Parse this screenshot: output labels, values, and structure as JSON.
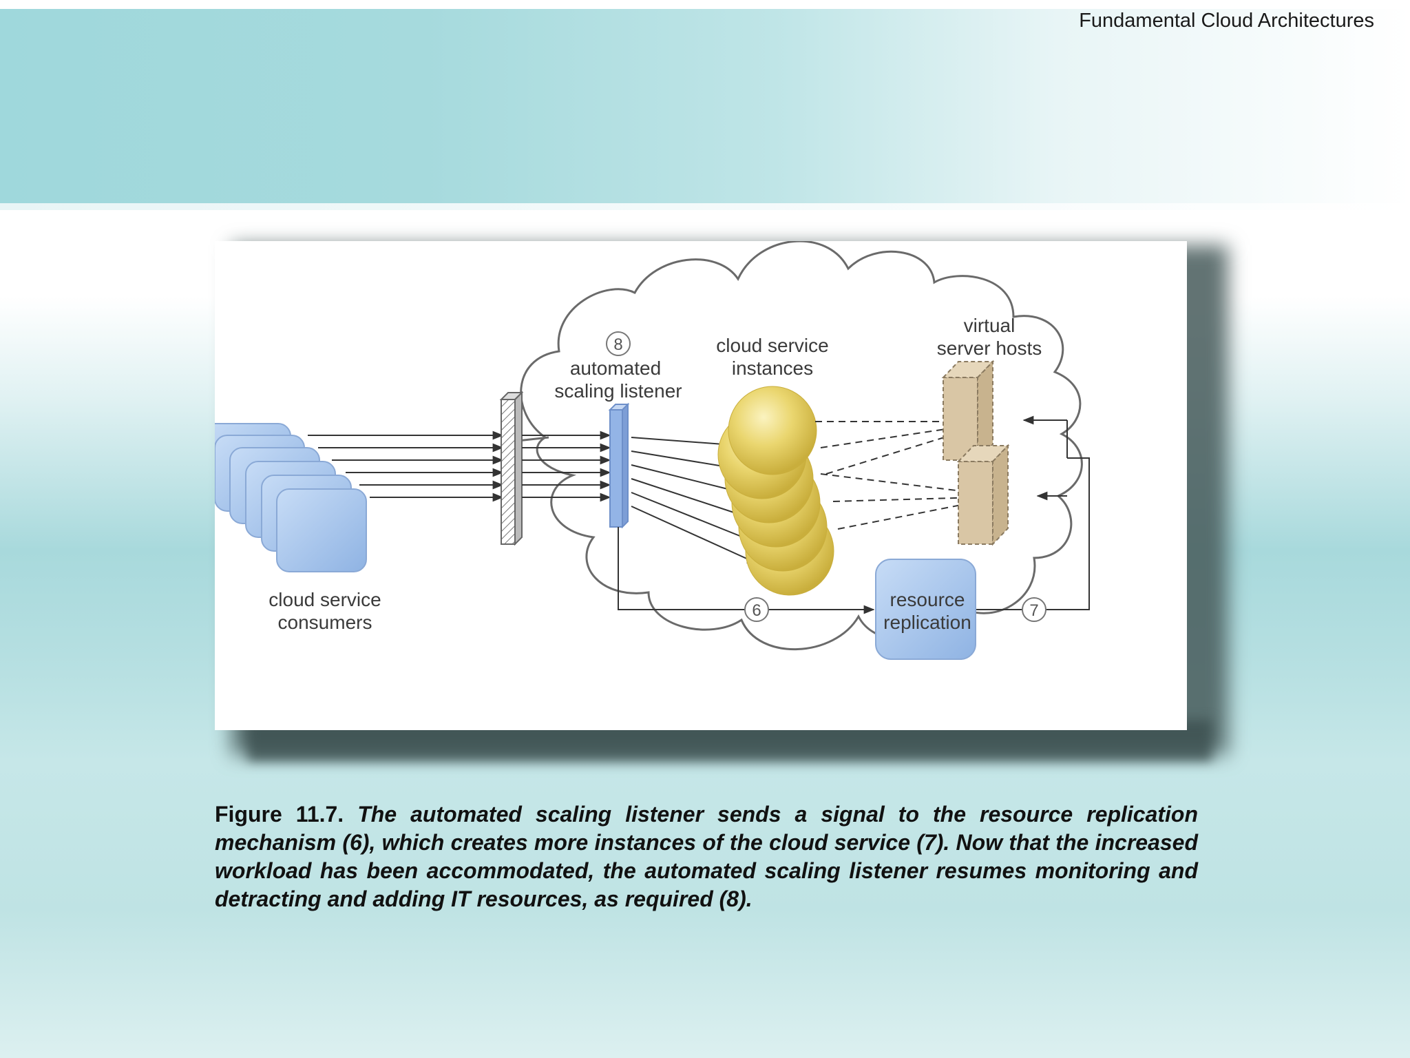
{
  "header": {
    "title": "Fundamental Cloud Architectures"
  },
  "diagram": {
    "labels": {
      "consumers_line1": "cloud service",
      "consumers_line2": "consumers",
      "listener_line1": "automated",
      "listener_line2": "scaling listener",
      "instances_line1": "cloud service",
      "instances_line2": "instances",
      "hosts_line1": "virtual",
      "hosts_line2": "server hosts",
      "replication_line1": "resource",
      "replication_line2": "replication"
    },
    "step_numbers": {
      "listener": "8",
      "to_replication": "6",
      "from_replication": "7"
    },
    "colors": {
      "consumer_blue": "#a9c8ee",
      "instance_yellow": "#e8d46a",
      "host_tan": "#d9c6a5",
      "cloud_outline": "#555555"
    }
  },
  "caption": {
    "lead": "Figure 11.7.",
    "body": "The automated scaling listener sends a signal to the resource replication mechanism (6), which creates more instances of the cloud service (7). Now that the increased workload has been accommodated, the automated scaling listener resumes monitoring and detracting and adding IT resources, as required (8)."
  }
}
